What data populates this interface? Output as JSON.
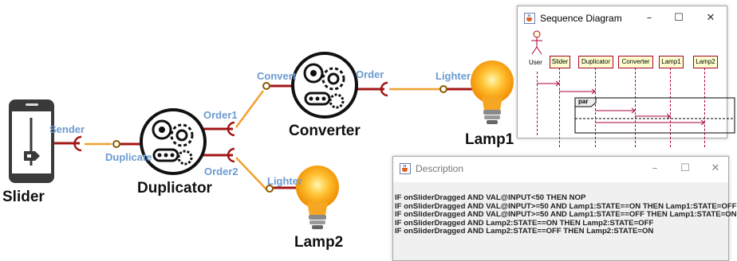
{
  "diagram": {
    "nodes": {
      "slider": "Slider",
      "duplicator": "Duplicator",
      "converter": "Converter",
      "lamp1": "Lamp1",
      "lamp2": "Lamp2"
    },
    "ports": {
      "sender": "Sender",
      "duplicate": "Duplicate",
      "order1": "Order1",
      "order2": "Order2",
      "convert": "Convert",
      "order": "Order",
      "lighter1": "Lighter",
      "lighter2": "Lighter"
    },
    "colors": {
      "port_label": "#6b9bd1",
      "wire_red": "#a31515",
      "wire_orange": "#f0a030"
    }
  },
  "sequence_window": {
    "title": "Sequence Diagram",
    "participants": [
      "User",
      "Slider",
      "Duplicator",
      "Converter",
      "Lamp1",
      "Lamp2"
    ],
    "fragment_label": "par"
  },
  "description_window": {
    "title": "Description",
    "lines": [
      "IF onSliderDragged AND VAL@INPUT<50 THEN NOP",
      "IF onSliderDragged AND VAL@INPUT>=50 AND Lamp1:STATE==ON THEN Lamp1:STATE=OFF",
      "IF onSliderDragged AND VAL@INPUT>=50 AND Lamp1:STATE==OFF THEN Lamp1:STATE=ON",
      "IF onSliderDragged AND Lamp2:STATE==ON THEN Lamp2:STATE=OFF",
      "IF onSliderDragged AND Lamp2:STATE==OFF THEN Lamp2:STATE=ON"
    ]
  },
  "window_controls": {
    "minimize": "–",
    "maximize": "☐",
    "close": "✕"
  }
}
